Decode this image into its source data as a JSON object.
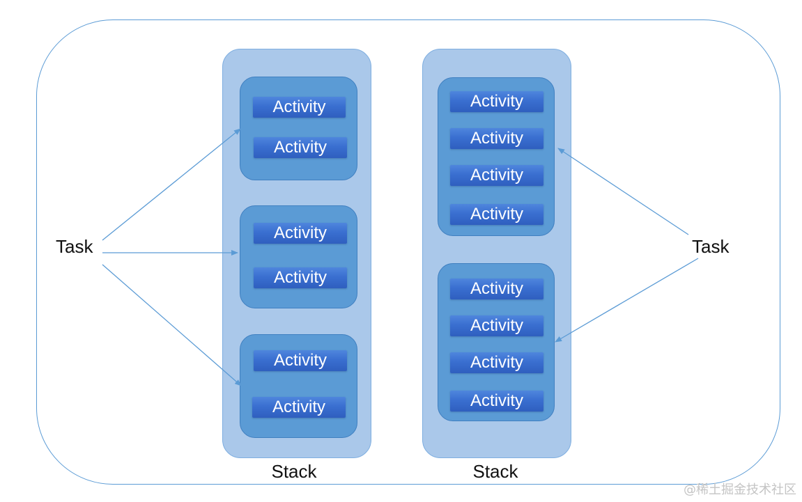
{
  "diagram": {
    "stacks": [
      {
        "label": "Stack",
        "tasks": [
          {
            "activities": [
              "Activity",
              "Activity"
            ]
          },
          {
            "activities": [
              "Activity",
              "Activity"
            ]
          },
          {
            "activities": [
              "Activity",
              "Activity"
            ]
          }
        ]
      },
      {
        "label": "Stack",
        "tasks": [
          {
            "activities": [
              "Activity",
              "Activity",
              "Activity",
              "Activity"
            ]
          },
          {
            "activities": [
              "Activity",
              "Activity",
              "Activity",
              "Activity"
            ]
          }
        ]
      }
    ],
    "task_labels": {
      "left": "Task",
      "right": "Task"
    },
    "colors": {
      "frame": "#5b9bd5",
      "stack_fill": "#aac8ea",
      "task_fill": "#5b9bd5",
      "activity_fill": "#3a6fd0",
      "arrow": "#5b9bd5"
    }
  },
  "watermark": "@稀土掘金技术社区"
}
